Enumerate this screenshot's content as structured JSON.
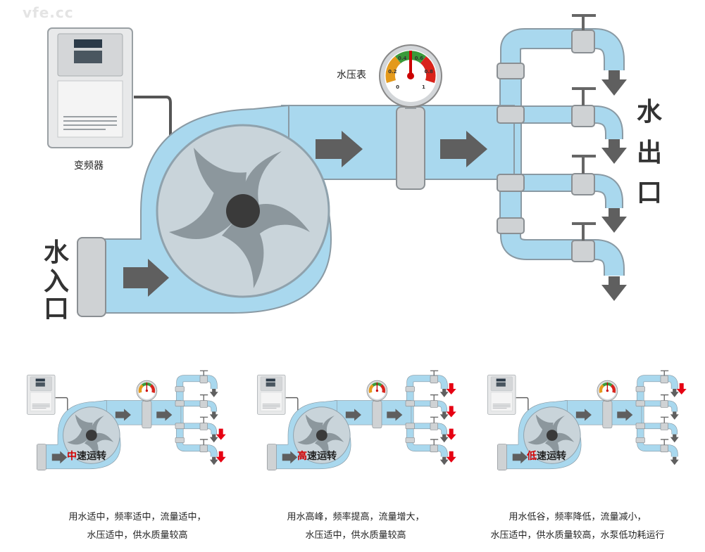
{
  "watermark": "vfe.cc",
  "main": {
    "vfd_label": "变频器",
    "gauge_label": "水压表",
    "inlet_chars": [
      "水",
      "入",
      "口"
    ],
    "outlet_chars": [
      "水",
      "出",
      "口"
    ]
  },
  "panels": [
    {
      "mode_highlight": "中",
      "mode_rest": "速运转",
      "caption_line1": "用水适中，频率适中，流量适中，",
      "caption_line2": "水压适中，供水质量较高",
      "red_arrows": [
        false,
        false,
        true,
        true
      ]
    },
    {
      "mode_highlight": "高",
      "mode_rest": "速运转",
      "caption_line1": "用水高峰，频率提高，流量增大，",
      "caption_line2": "水压适中，供水质量较高",
      "red_arrows": [
        true,
        true,
        true,
        true
      ]
    },
    {
      "mode_highlight": "低",
      "mode_rest": "速运转",
      "caption_line1": "用水低谷，频率降低，流量减小，",
      "caption_line2": "水压适中，供水质量较高，水泵低功耗运行",
      "red_arrows": [
        true,
        false,
        false,
        false
      ]
    }
  ],
  "gauge_ticks": [
    "0",
    "0.2",
    "0.4",
    "0.6",
    "0.8",
    "1"
  ],
  "colors": {
    "water": "#a9d8ee",
    "water_edge": "#8a9aa4",
    "collar": "#cfd2d4",
    "arrow": "#5f5f5f",
    "red_arrow": "#e60012",
    "mode_red": "#d40000",
    "gauge_red": "#d9231b",
    "gauge_orange": "#e49a1c",
    "gauge_green": "#3a9a3a"
  }
}
